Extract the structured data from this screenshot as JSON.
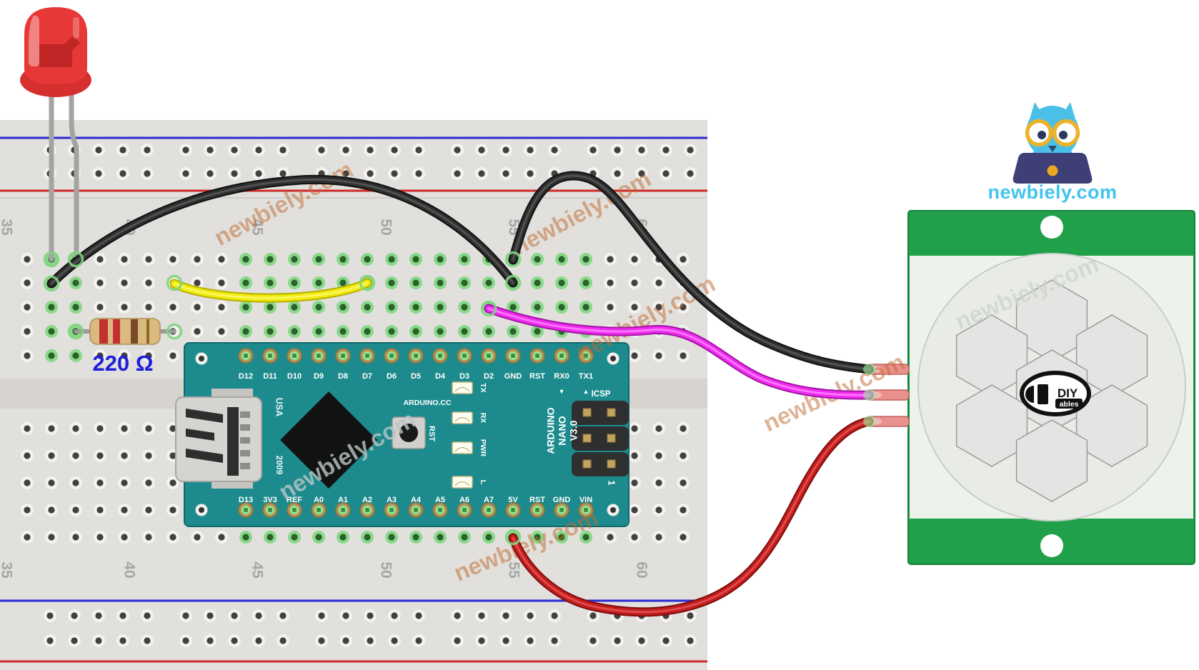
{
  "watermark": {
    "text": "newbiely.com"
  },
  "mascot": {
    "site_label": "newbiely.com"
  },
  "breadboard": {
    "column_numbers_top": [
      "35",
      "40",
      "45",
      "50",
      "55",
      "60"
    ],
    "column_numbers_bottom": [
      "35",
      "40",
      "45",
      "50",
      "55",
      "60"
    ]
  },
  "resistor": {
    "value_label": "220 Ω"
  },
  "arduino": {
    "top_pins": [
      "D12",
      "D11",
      "D10",
      "D9",
      "D8",
      "D7",
      "D6",
      "D5",
      "D4",
      "D3",
      "D2",
      "GND",
      "RST",
      "RX0",
      "TX1"
    ],
    "bottom_pins": [
      "D13",
      "3V3",
      "REF",
      "A0",
      "A1",
      "A2",
      "A3",
      "A4",
      "A5",
      "A6",
      "A7",
      "5V",
      "RST",
      "GND",
      "VIN"
    ],
    "rx_marker": "▼",
    "tx_marker": "▲",
    "text_usa": "USA",
    "text_year": "2009",
    "text_site": "ARDUINO.CC",
    "reset_label": "RST",
    "status_led_labels": [
      "TX",
      "RX",
      "PWR",
      "L"
    ],
    "model_lines": [
      "ARDUINO",
      "NANO",
      "V3.0"
    ],
    "icsp_label": "ICSP",
    "pin1_label": "1"
  },
  "pir_sensor": {
    "logo_main": "DIY",
    "logo_sub": "ables"
  },
  "colors": {
    "arduino_teal": "#1d8b8d",
    "pir_green": "#21a04a",
    "wire_black": "#2e2e2e",
    "wire_yellow": "#f0eb0c",
    "wire_magenta": "#ee2cee",
    "wire_red": "#c41d1d",
    "led_red": "#e73838",
    "resistor_label_blue": "#1f1fd9",
    "brand_cyan": "#41c4ee",
    "watermark_orange": "#c06a30",
    "rail_blue": "#2a2ad0",
    "rail_red": "#d02a2a"
  }
}
